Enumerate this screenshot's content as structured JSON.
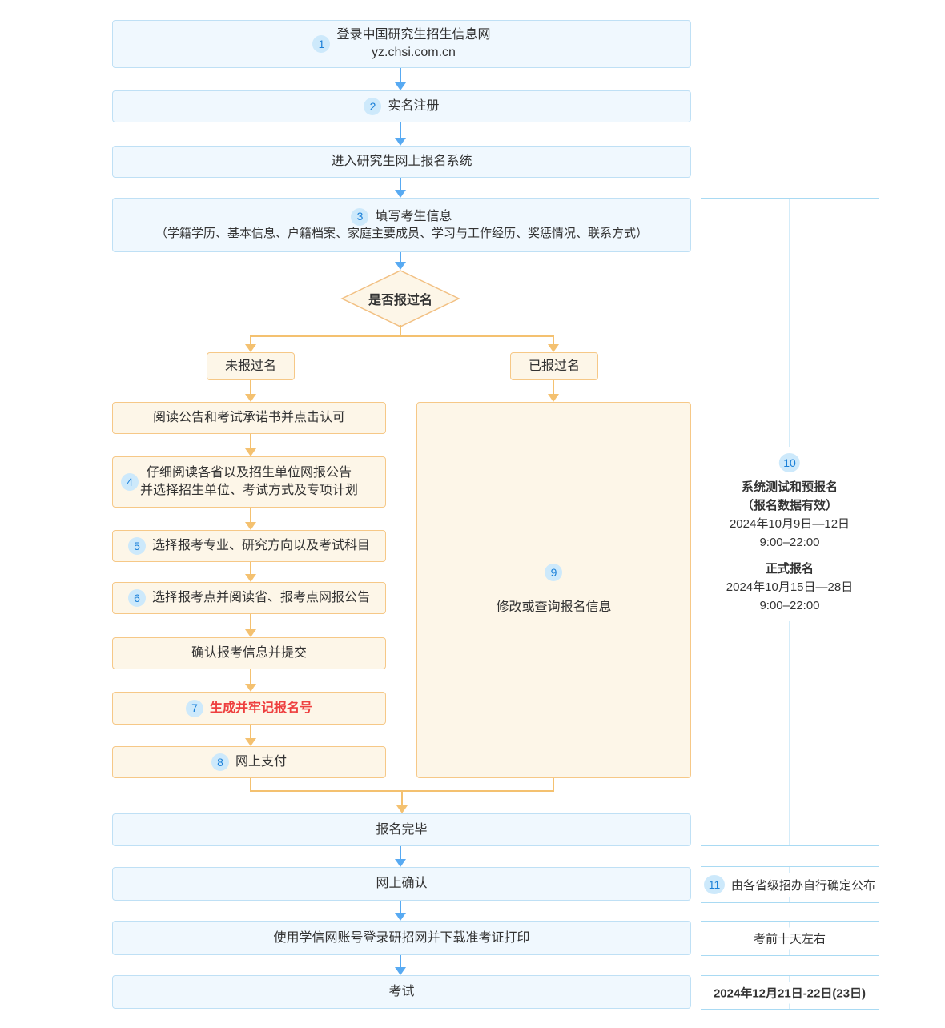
{
  "colors": {
    "accent_blue": "#58aaf2",
    "accent_orange": "#f4c170",
    "box_blue_fill": "#f0f8fe",
    "box_blue_border": "#bfe0f5",
    "box_orange_fill": "#fdf6e8",
    "box_orange_border": "#f6c887",
    "badge_bg": "#cde9fb",
    "badge_text": "#1b80d8",
    "emphasis_red": "#ee3f3f",
    "timeline_line": "#a9daf3",
    "text": "#333333"
  },
  "flow": {
    "top": [
      {
        "badge": "1",
        "line1": "登录中国研究生招生信息网",
        "line2": "yz.chsi.com.cn"
      },
      {
        "badge": "2",
        "text": "实名注册"
      },
      {
        "text": "进入研究生网上报名系统"
      },
      {
        "badge": "3",
        "title": "填写考生信息",
        "detail": "（学籍学历、基本信息、户籍档案、家庭主要成员、学习与工作经历、奖惩情况、联系方式）"
      }
    ],
    "decision": "是否报过名",
    "branches": {
      "no": "未报过名",
      "yes": "已报过名"
    },
    "left": [
      {
        "text": "阅读公告和考试承诺书并点击认可"
      },
      {
        "badge": "4",
        "line1": "仔细阅读各省以及招生单位网报公告",
        "line2": "并选择招生单位、考试方式及专项计划"
      },
      {
        "badge": "5",
        "text": "选择报考专业、研究方向以及考试科目"
      },
      {
        "badge": "6",
        "text": "选择报考点并阅读省、报考点网报公告"
      },
      {
        "text": "确认报考信息并提交"
      },
      {
        "badge": "7",
        "text": "生成并牢记报名号"
      },
      {
        "badge": "8",
        "text": "网上支付"
      }
    ],
    "modify": {
      "badge": "9",
      "text": "修改或查询报名信息"
    },
    "bottom": [
      {
        "text": "报名完毕"
      },
      {
        "text": "网上确认"
      },
      {
        "text": "使用学信网账号登录研招网并下载准考证打印"
      },
      {
        "text": "考试"
      }
    ]
  },
  "timeline": {
    "registration": {
      "badge": "10",
      "pre_title": "系统测试和预报名",
      "pre_note": "（报名数据有效）",
      "pre_date": "2024年10月9日—12日",
      "pre_time": "9:00–22:00",
      "formal_title": "正式报名",
      "formal_date": "2024年10月15日—28日",
      "formal_time": "9:00–22:00"
    },
    "confirm": {
      "badge": "11",
      "text": "由各省级招办自行确定公布"
    },
    "admission_ticket": {
      "text": "考前十天左右"
    },
    "exam_date": {
      "text": "2024年12月21日-22日(23日)"
    }
  }
}
